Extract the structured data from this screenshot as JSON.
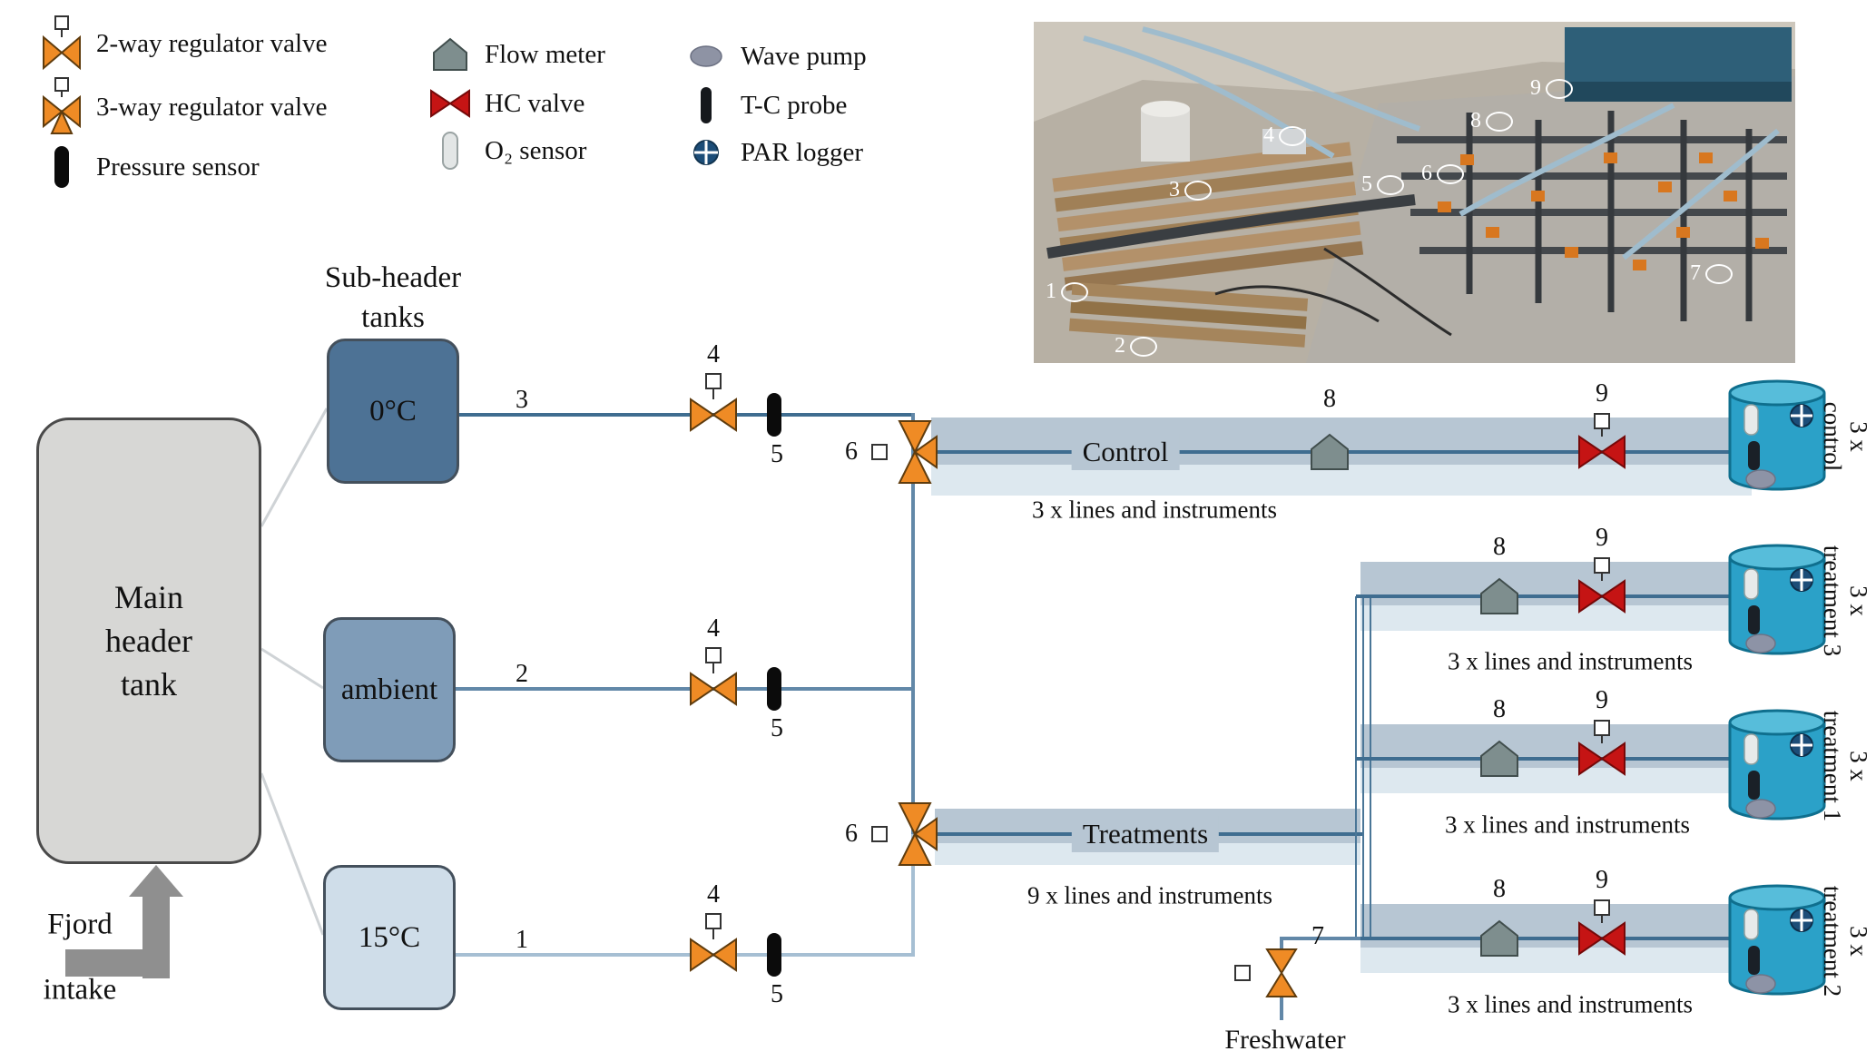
{
  "legend": {
    "items": [
      {
        "icon": "valve-2way-icon",
        "label": "2-way regulator valve"
      },
      {
        "icon": "valve-3way-icon",
        "label": "3-way regulator valve"
      },
      {
        "icon": "pressure-sensor-icon",
        "label": "Pressure sensor"
      },
      {
        "icon": "flow-meter-icon",
        "label": "Flow meter"
      },
      {
        "icon": "hc-valve-icon",
        "label": "HC valve"
      },
      {
        "icon": "o2-sensor-icon",
        "label": "O₂ sensor"
      },
      {
        "icon": "wave-pump-icon",
        "label": "Wave pump"
      },
      {
        "icon": "tc-probe-icon",
        "label": "T-C probe"
      },
      {
        "icon": "par-logger-icon",
        "label": "PAR logger"
      }
    ]
  },
  "photo": {
    "markers": [
      "1",
      "2",
      "3",
      "4",
      "5",
      "6",
      "7",
      "8",
      "9"
    ]
  },
  "source": {
    "main_tank_label": "Main\nheader\ntank",
    "intake_line1": "Fjord",
    "intake_line2": "intake",
    "subheader_title": "Sub-header\ntanks",
    "sub_tanks": [
      {
        "label": "0°C",
        "line_number": "3"
      },
      {
        "label": "ambient",
        "line_number": "2"
      },
      {
        "label": "15°C",
        "line_number": "1"
      }
    ]
  },
  "instrument_numbers": {
    "regulator_valve": "4",
    "pressure_sensor": "5",
    "three_way_valve": "6",
    "freshwater_valve": "7",
    "flow_meter": "8",
    "hc_valve": "9"
  },
  "control_line": {
    "title": "Control",
    "note": "3 x lines and instruments",
    "tank_count": "3 x",
    "tank_name": "control"
  },
  "treatments": {
    "title": "Treatments",
    "note": "9 x lines and instruments"
  },
  "branches": [
    {
      "note": "3 x lines and instruments",
      "tank_count": "3 x",
      "tank_name": "treatment 3"
    },
    {
      "note": "3 x lines and instruments",
      "tank_count": "3 x",
      "tank_name": "treatment 1"
    },
    {
      "note": "3 x lines and instruments",
      "tank_count": "3 x",
      "tank_name": "treatment 2"
    }
  ],
  "freshwater": {
    "label": "Freshwater"
  }
}
